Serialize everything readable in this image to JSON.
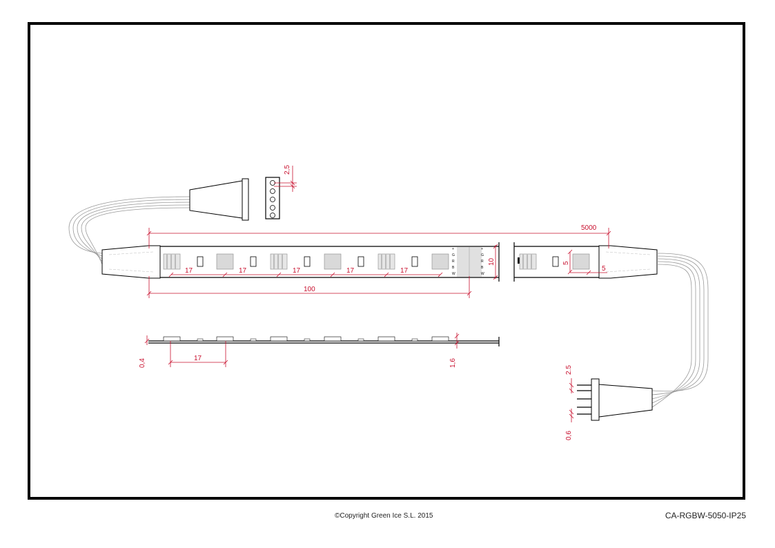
{
  "footer": {
    "copyright": "©Copyright Green Ice S.L. 2015",
    "code": "CA-RGBW-5050-IP25"
  },
  "dimensions": {
    "total_length": "5000",
    "segment_length": "100",
    "led_pitch": "17",
    "strip_width": "10",
    "led_size_w": "5",
    "led_size_h": "5",
    "connector_pitch_top": "2,5",
    "connector_pitch_bottom": "2.5",
    "pin_diameter": "0,6",
    "pcb_thickness": "0,4",
    "strip_thickness": "1,6"
  },
  "pad_labels": [
    "+",
    "G",
    "R",
    "B",
    "W"
  ],
  "colors": {
    "dimension": "#c8102e",
    "outline": "#000000",
    "led_fill": "#d9d9d9"
  }
}
